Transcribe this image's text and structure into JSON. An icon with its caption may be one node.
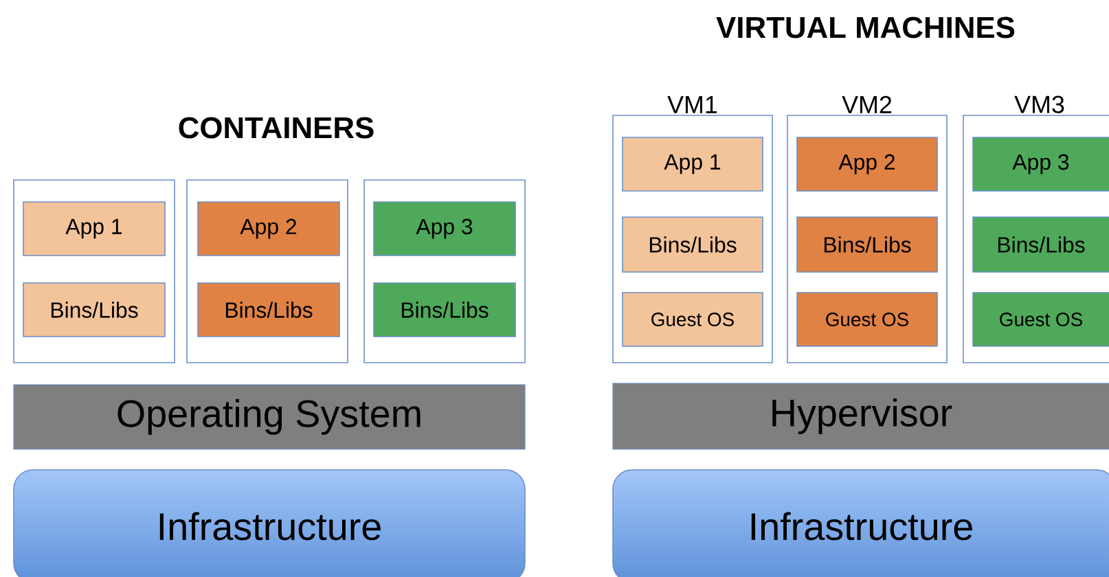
{
  "diagram": {
    "nodes": [
      {
        "text": [],
        "shape": "box"
      },
      {
        "text": [
          "App 1"
        ],
        "in": 0
      },
      {
        "text": [
          "Bins/Libs"
        ],
        "in": 0
      },
      {
        "text": [],
        "shape": "box"
      },
      {
        "text": [
          "App 2"
        ],
        "in": 3
      },
      {
        "text": [
          "Bins/Libs"
        ],
        "in": 3
      },
      {
        "text": [],
        "shape": "box"
      },
      {
        "text": [
          "App 3"
        ],
        "in": 6
      },
      {
        "text": [
          "Bins/Libs"
        ],
        "in": 6
      },
      {
        "text": [
          "Operating System"
        ]
      },
      {
        "text": [
          "Infrastructure"
        ]
      },
      {
        "text": [
          "VM1"
        ]
      },
      {
        "text": [
          "App 1"
        ],
        "in": 11
      },
      {
        "text": [
          "Bins/Libs"
        ],
        "in": 11
      },
      {
        "text": [
          "Guest OS"
        ],
        "in": 11
      },
      {
        "text": [
          "VM2"
        ]
      },
      {
        "text": [
          "App 2"
        ],
        "in": 15
      },
      {
        "text": [
          "Bins/Libs"
        ],
        "in": 15
      },
      {
        "text": [
          "Guest OS"
        ],
        "in": 15
      },
      {
        "text": [
          "VM3"
        ]
      },
      {
        "text": [
          "App 3"
        ],
        "in": 19
      },
      {
        "text": [
          "Bins/Libs"
        ],
        "in": 19
      },
      {
        "text": [
          "Guest OS"
        ],
        "in": 19
      },
      {
        "text": [
          "Hypervisor"
        ]
      },
      {
        "text": [
          "Infrastructure"
        ]
      }
    ],
    "labels": [
      "VIRTUAL MACHINES",
      "CONTAINERS"
    ]
  }
}
